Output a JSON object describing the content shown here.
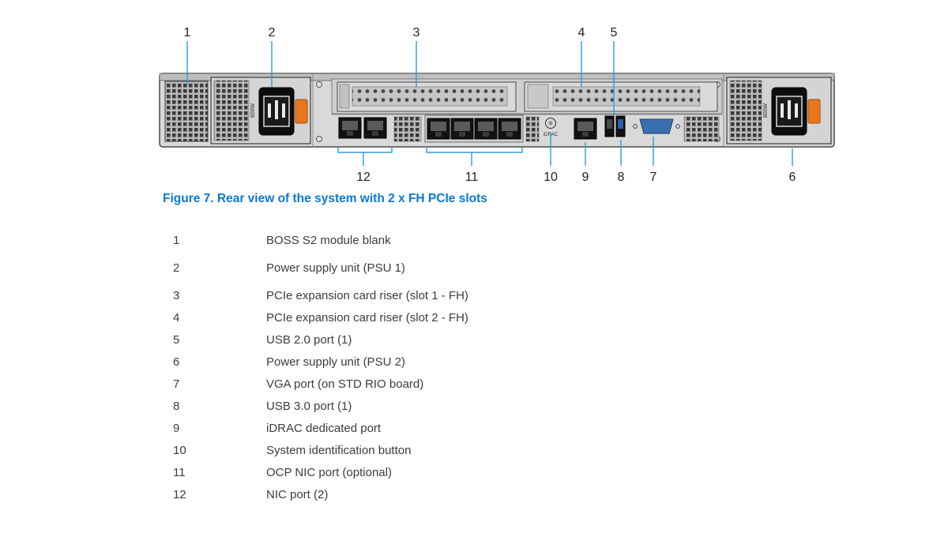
{
  "figure": {
    "caption": "Figure 7. Rear view of the system with 2 x FH PCIe slots",
    "callouts": {
      "c1": "1",
      "c2": "2",
      "c3": "3",
      "c4": "4",
      "c5": "5",
      "c6": "6",
      "c7": "7",
      "c8": "8",
      "c9": "9",
      "c10": "10",
      "c11": "11",
      "c12": "12"
    },
    "psu1_wattage_label": "800W",
    "psu2_wattage_label": "800W",
    "idrac_button_label": "iDRAC"
  },
  "legend": {
    "items": [
      {
        "num": "1",
        "label": "BOSS S2 module blank"
      },
      {
        "num": "2",
        "label": "Power supply unit (PSU 1)"
      },
      {
        "num": "3",
        "label": "PCIe expansion card riser (slot 1 - FH)"
      },
      {
        "num": "4",
        "label": "PCIe expansion card riser (slot 2 - FH)"
      },
      {
        "num": "5",
        "label": "USB 2.0 port (1)"
      },
      {
        "num": "6",
        "label": "Power supply unit (PSU 2)"
      },
      {
        "num": "7",
        "label": "VGA port (on STD RIO board)"
      },
      {
        "num": "8",
        "label": "USB 3.0 port (1)"
      },
      {
        "num": "9",
        "label": "iDRAC dedicated port"
      },
      {
        "num": "10",
        "label": "System identification button"
      },
      {
        "num": "11",
        "label": "OCP NIC port (optional)"
      },
      {
        "num": "12",
        "label": "NIC port (2)"
      }
    ]
  },
  "colors": {
    "callout_line": "#2e9bd6",
    "caption_blue": "#0b79d0",
    "chassis_gray": "#d9d9d9",
    "psu_clip_orange": "#e8761c",
    "vga_blue": "#3a6fb0"
  }
}
